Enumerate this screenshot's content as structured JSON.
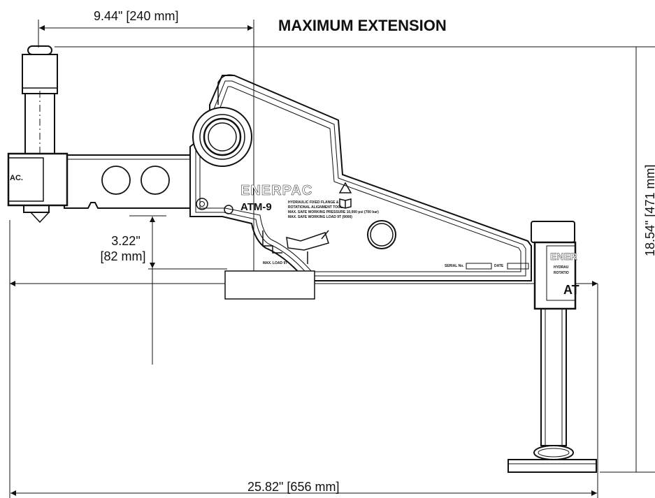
{
  "title": "MAXIMUM EXTENSION",
  "dimensions": {
    "arm_reach": "9.44\" [240 mm]",
    "clearance_line1": "3.22\"",
    "clearance_line2": "[82 mm]",
    "height": "18.54\" [471 mm]",
    "overall_length": "25.82\" [656 mm]"
  },
  "tool_markings": {
    "brand": "ENERPAC",
    "model": "ATM-9",
    "warning_line1": "HYDRAULIC FIXED FLANGE &",
    "warning_line2": "ROTATIONAL ALIGNMENT TOOL",
    "warning_line3": "MAX. SAFE WORKING PRESSURE 10,000 psi (700 bar)",
    "warning_line4": "MAX. SAFE WORKING LOAD 9T (9000)",
    "max_load": "MAX. LOAD 9T",
    "serial_label": "SERIAL No.",
    "date_label": "DATE",
    "left_badge": "AC.",
    "right_brand": "ENER",
    "right_text1": "HYDRAU",
    "right_text2": "ROTATIO",
    "right_model": "AT"
  },
  "colors": {
    "line": "#111111",
    "background": "#ffffff"
  }
}
